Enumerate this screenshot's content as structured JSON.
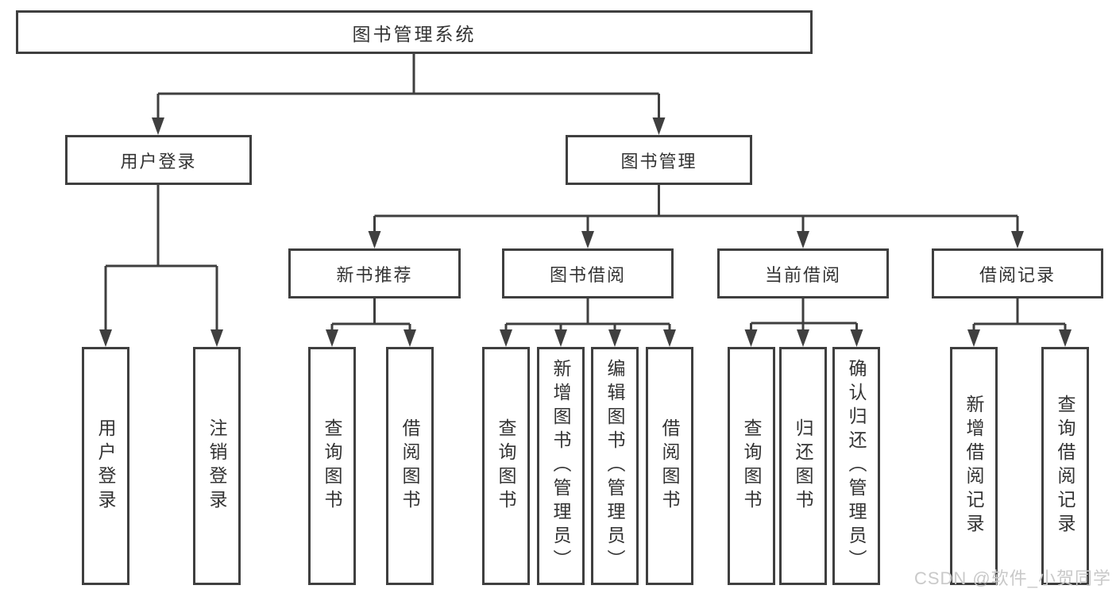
{
  "diagram": {
    "title": "图书管理系统",
    "branches": [
      {
        "label": "用户登录",
        "children": [
          "用户登录",
          "注销登录"
        ]
      },
      {
        "label": "图书管理",
        "sections": [
          {
            "label": "新书推荐",
            "children": [
              "查询图书",
              "借阅图书"
            ]
          },
          {
            "label": "图书借阅",
            "children": [
              "查询图书",
              "新增图书（管理员）",
              "编辑图书（管理员）",
              "借阅图书"
            ]
          },
          {
            "label": "当前借阅",
            "children": [
              "查询图书",
              "归还图书",
              "确认归还（管理员）"
            ]
          },
          {
            "label": "借阅记录",
            "children": [
              "新增借阅记录",
              "查询借阅记录"
            ]
          }
        ]
      }
    ]
  },
  "watermark": {
    "text": "CSDN @软件_小贺同学"
  },
  "style": {
    "line_color": "#3f3f3f",
    "text_color": "#333333",
    "watermark_color": "#c9c9c9",
    "background": "#ffffff"
  }
}
